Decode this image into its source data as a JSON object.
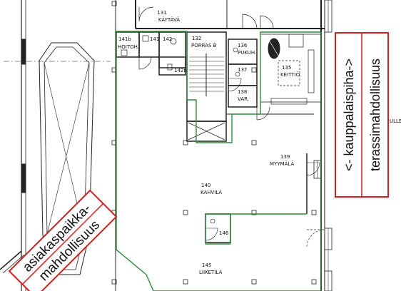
{
  "rooms": {
    "r131": {
      "number": "131",
      "name": "KÄYTÄVÄ"
    },
    "r141b": {
      "number": "141b",
      "name": "HOITOH."
    },
    "r141": {
      "number": "141",
      "name": ""
    },
    "r142": {
      "number": "142",
      "name": ""
    },
    "r142b": {
      "number": "142b",
      "name": ""
    },
    "r132": {
      "number": "132",
      "name": "PORRAS B"
    },
    "r136": {
      "number": "136",
      "name": "PUKUH."
    },
    "r137": {
      "number": "137",
      "name": ""
    },
    "r138": {
      "number": "138",
      "name": "VAR."
    },
    "r135": {
      "number": "135",
      "name": "KEITTIÖ"
    },
    "r139": {
      "number": "139",
      "name": "MYYMÄLÄ"
    },
    "r140": {
      "number": "140",
      "name": "KAHVILA"
    },
    "r146": {
      "number": "146",
      "name": ""
    },
    "r145": {
      "number": "145",
      "name": "LIIKETILA"
    }
  },
  "edge_label": "ULLE",
  "callouts": {
    "left": {
      "line1": "asiakaspaikka-",
      "line2": "mahdollisuus"
    },
    "right": {
      "line1": "<- kauppalaispiha->",
      "line2": "terassimahdollisuus"
    }
  },
  "colors": {
    "walls": "#222222",
    "area_outline": "#2e8b3a",
    "callout_border": "#d21f1f"
  }
}
